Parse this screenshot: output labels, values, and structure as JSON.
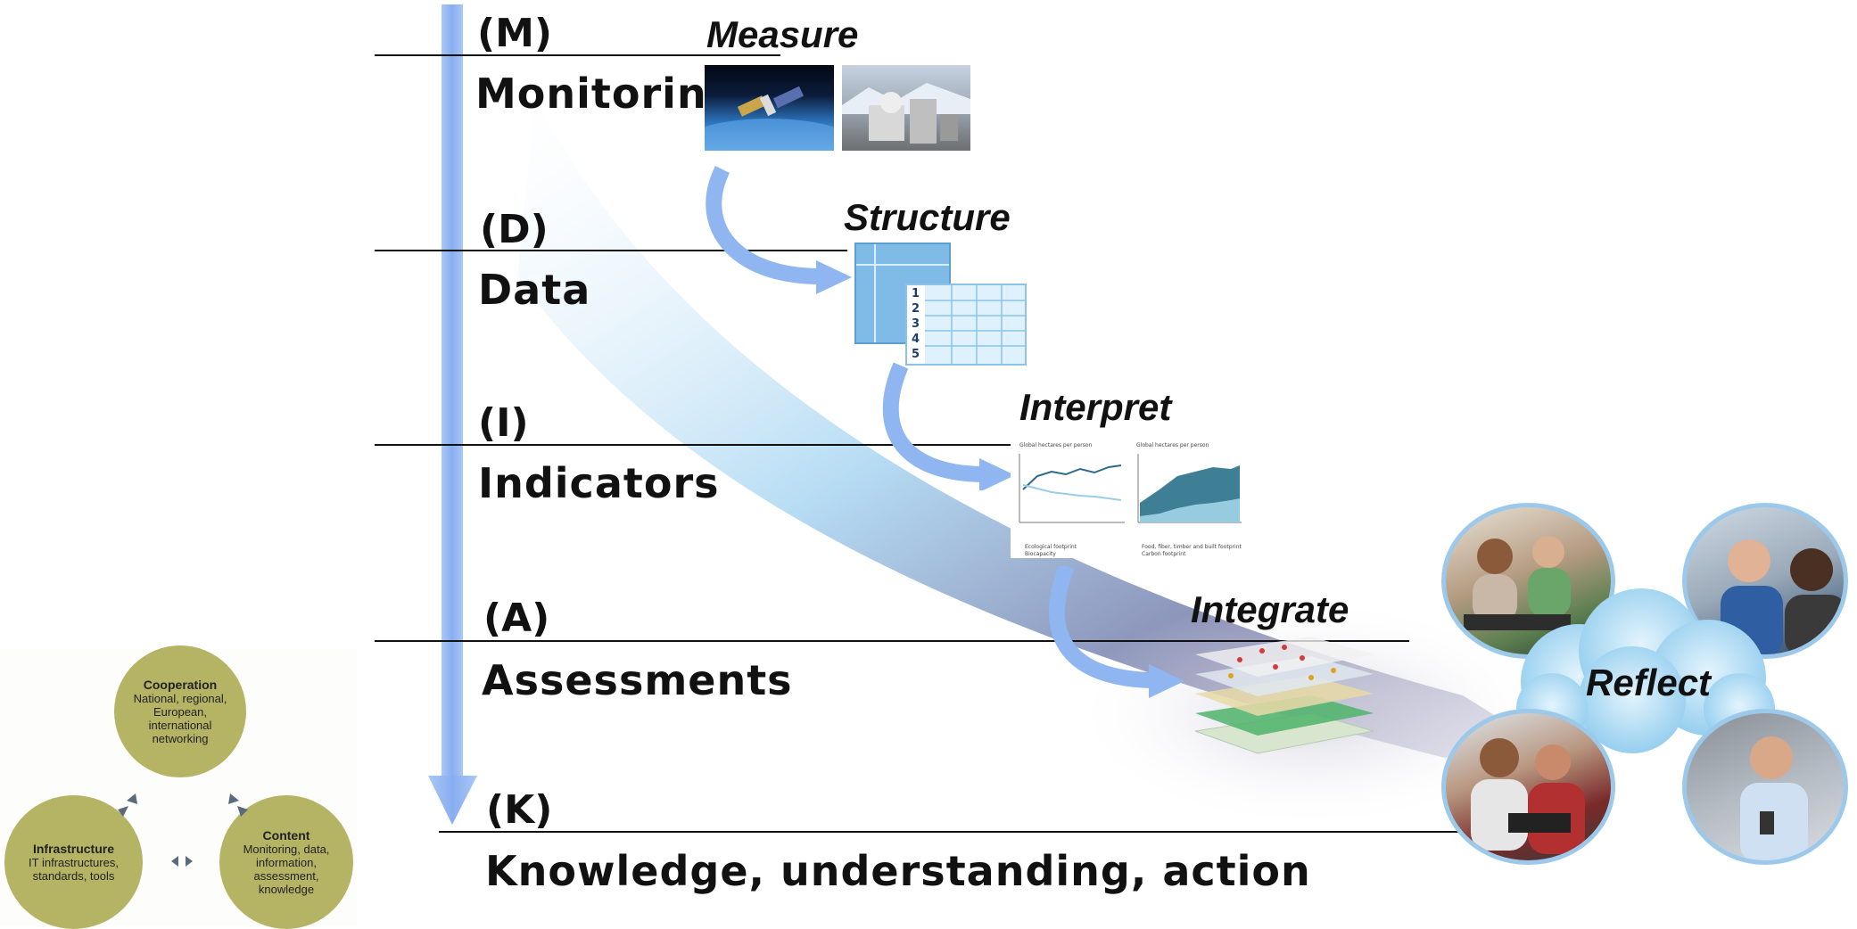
{
  "levels": [
    {
      "code": "(M)",
      "name": "Monitoring"
    },
    {
      "code": "(D)",
      "name": "Data"
    },
    {
      "code": "(I)",
      "name": "Indicators"
    },
    {
      "code": "(A)",
      "name": "Assessments"
    },
    {
      "code": "(K)",
      "name": "Knowledge, understanding, action"
    }
  ],
  "stages": [
    "Measure",
    "Structure",
    "Interpret",
    "Integrate",
    "Reflect"
  ],
  "table_rows": [
    "1",
    "2",
    "3",
    "4",
    "5"
  ],
  "chart_left": {
    "title": "Global hectares per person",
    "legend": [
      "Ecological footprint",
      "Biocapacity"
    ]
  },
  "chart_right": {
    "title": "Global hectares per person",
    "legend": [
      "Food, fiber, timber and built footprint",
      "Carbon footprint"
    ]
  },
  "cycle": {
    "cooperation": {
      "title": "Cooperation",
      "text": "National, regional, European, international networking"
    },
    "infrastructure": {
      "title": "Infrastructure",
      "text": "IT infrastructures, standards, tools"
    },
    "content": {
      "title": "Content",
      "text": "Monitoring, data, information, assessment, knowledge"
    }
  },
  "colors": {
    "arrow_blue": "#8fb6f0",
    "cycle_olive": "#b5b464",
    "cloud_blue": "#9fd3f0"
  }
}
